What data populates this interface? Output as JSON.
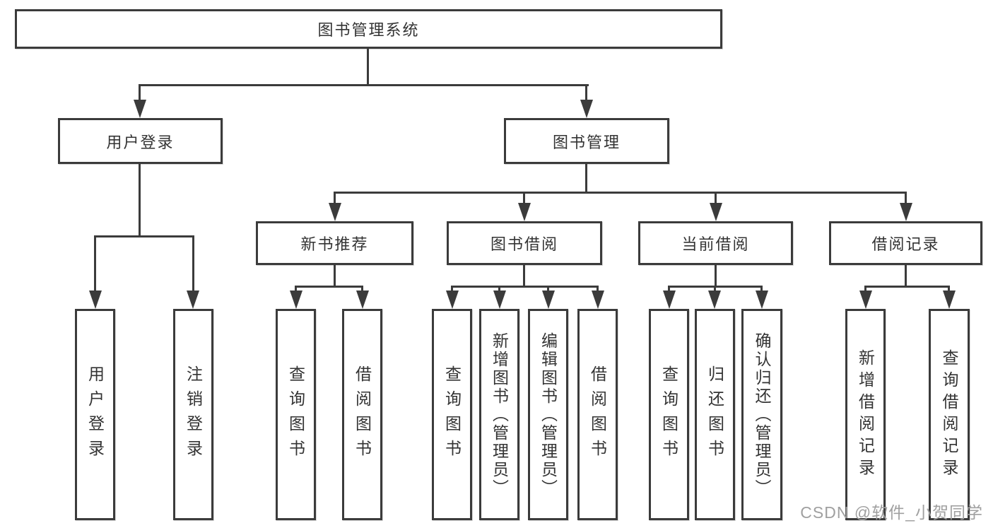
{
  "diagram": {
    "root": {
      "label": "图书管理系统"
    },
    "user_login": {
      "label": "用户登录",
      "children": [
        "用户登录",
        "注销登录"
      ]
    },
    "book_mgmt": {
      "label": "图书管理"
    },
    "new_books": {
      "label": "新书推荐",
      "children": [
        "查询图书",
        "借阅图书"
      ]
    },
    "book_borrow": {
      "label": "图书借阅",
      "children": [
        "查询图书",
        "新增图书（管理员）",
        "编辑图书（管理员）",
        "借阅图书"
      ]
    },
    "current_borrow": {
      "label": "当前借阅",
      "children": [
        "查询图书",
        "归还图书",
        "确认归还（管理员）"
      ]
    },
    "borrow_records": {
      "label": "借阅记录",
      "children": [
        "新增借阅记录",
        "查询借阅记录"
      ]
    }
  },
  "watermark": {
    "text": "CSDN @软件_小贺同学"
  },
  "colors": {
    "line": "#3b3b3b",
    "text": "#333333",
    "watermark": "#a0a0a0",
    "background": "#ffffff"
  }
}
